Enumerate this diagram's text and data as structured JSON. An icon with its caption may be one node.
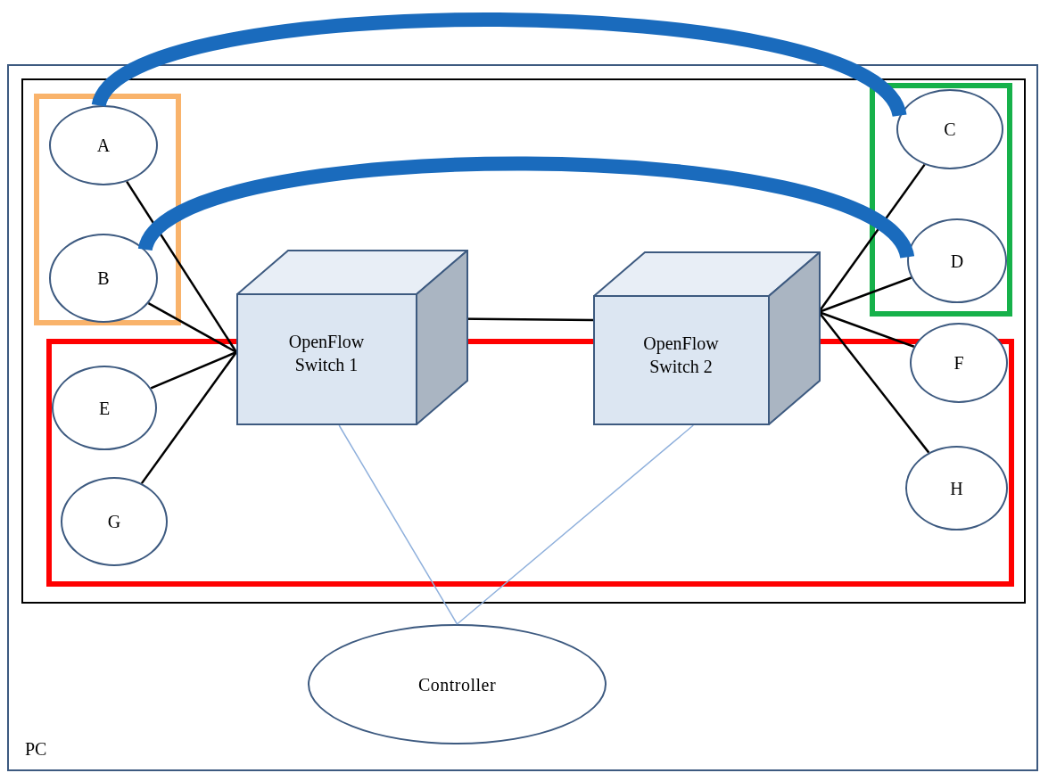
{
  "diagram": {
    "nodes": [
      {
        "text": [
          "PC"
        ]
      },
      {
        "text": [],
        "shape": "box",
        "in": 0
      },
      {
        "text": [],
        "shape": "box",
        "in": 1
      },
      {
        "text": [
          "A"
        ],
        "in": 2
      },
      {
        "text": [
          "B"
        ],
        "in": 2
      },
      {
        "text": [],
        "shape": "box",
        "in": 1
      },
      {
        "text": [
          "C"
        ],
        "in": 5
      },
      {
        "text": [
          "D"
        ],
        "in": 5
      },
      {
        "text": [],
        "shape": "box",
        "in": 1
      },
      {
        "text": [
          "E"
        ],
        "in": 8
      },
      {
        "text": [
          "G"
        ],
        "in": 8
      },
      {
        "text": [
          "F"
        ],
        "in": 1
      },
      {
        "text": [
          "H"
        ],
        "in": 8
      },
      {
        "text": [
          "OpenFlow Switch 1"
        ],
        "in": 1
      },
      {
        "text": [
          "OpenFlow Switch 2"
        ],
        "in": 1
      },
      {
        "text": [
          "Controller"
        ],
        "in": 0
      }
    ],
    "edges": [
      {
        "from": 3,
        "to": 13,
        "arrow": "none"
      },
      {
        "from": 4,
        "to": 13,
        "arrow": "none"
      },
      {
        "from": 9,
        "to": 13,
        "arrow": "none"
      },
      {
        "from": 10,
        "to": 13,
        "arrow": "none"
      },
      {
        "from": 13,
        "to": 14,
        "arrow": "none"
      },
      {
        "from": 14,
        "to": 6,
        "arrow": "none"
      },
      {
        "from": 14,
        "to": 7,
        "arrow": "none"
      },
      {
        "from": 14,
        "to": 11,
        "arrow": "none"
      },
      {
        "from": 14,
        "to": 12,
        "arrow": "none"
      },
      {
        "from": 13,
        "to": 15,
        "arrow": "none",
        "color": "#8fb0dc"
      },
      {
        "from": 14,
        "to": 15,
        "arrow": "none",
        "color": "#8fb0dc"
      },
      {
        "from": 3,
        "to": 6,
        "arrow": "none",
        "style": "thick",
        "color": "#1a6bbd"
      },
      {
        "from": 4,
        "to": 7,
        "arrow": "none",
        "style": "thick",
        "color": "#1a6bbd"
      }
    ]
  }
}
